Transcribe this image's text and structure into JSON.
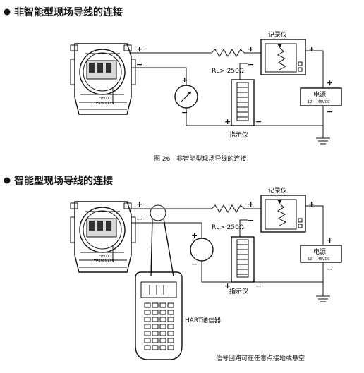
{
  "section1": {
    "heading": "非智能型现场导线的连接",
    "recorder_label": "记录仪",
    "resistor_label": "RL> 250Ω",
    "power_label": "电源",
    "power_voltage": "12 — 45VDC",
    "indicator_label": "指示仪",
    "terminal_label_1": "FIELD",
    "terminal_label_2": "TERMINALS",
    "caption": "图 26　非智能型现场导线的连接"
  },
  "section2": {
    "heading": "智能型现场导线的连接",
    "recorder_label": "记录仪",
    "resistor_label": "RL> 250Ω",
    "power_label": "电源",
    "power_voltage": "12 — 45VDC",
    "indicator_label": "指示仪",
    "terminal_label_1": "FIELD",
    "terminal_label_2": "TERMINALS",
    "communicator_label": "HART通信器",
    "note": "信号回路可在任意点接地或悬空"
  },
  "signs": {
    "plus": "+",
    "minus": "−"
  }
}
